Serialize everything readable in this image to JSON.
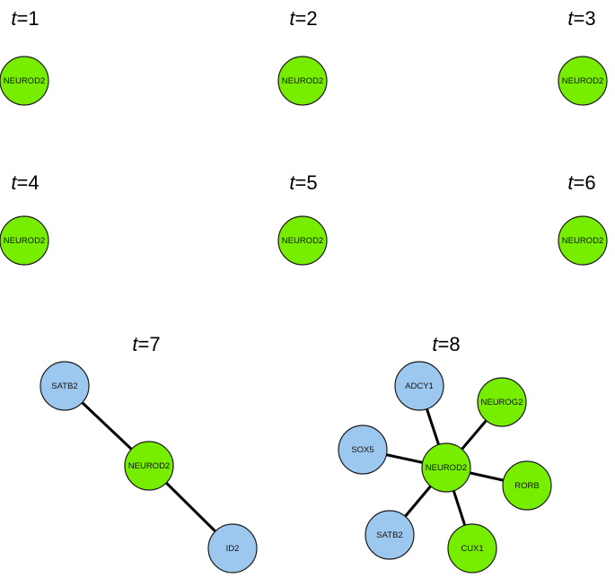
{
  "colors": {
    "green": "#77ee00",
    "blue": "#9cc8f0",
    "edge": "#000000"
  },
  "panels": [
    {
      "t": "t",
      "num": "=1",
      "nodes": [
        {
          "id": "n",
          "label": "NEUROD2",
          "color": "green"
        }
      ],
      "edges": []
    },
    {
      "t": "t",
      "num": "=2",
      "nodes": [
        {
          "id": "n",
          "label": "NEUROD2",
          "color": "green"
        }
      ],
      "edges": []
    },
    {
      "t": "t",
      "num": "=3",
      "nodes": [
        {
          "id": "n",
          "label": "NEUROD2",
          "color": "green"
        }
      ],
      "edges": []
    },
    {
      "t": "t",
      "num": "=4",
      "nodes": [
        {
          "id": "n",
          "label": "NEUROD2",
          "color": "green"
        }
      ],
      "edges": []
    },
    {
      "t": "t",
      "num": "=5",
      "nodes": [
        {
          "id": "n",
          "label": "NEUROD2",
          "color": "green"
        }
      ],
      "edges": []
    },
    {
      "t": "t",
      "num": "=6",
      "nodes": [
        {
          "id": "n",
          "label": "NEUROD2",
          "color": "green"
        }
      ],
      "edges": []
    },
    {
      "t": "t",
      "num": "=7",
      "nodes": [
        {
          "id": "satb2",
          "label": "SATB2",
          "color": "blue"
        },
        {
          "id": "neurod2",
          "label": "NEUROD2",
          "color": "green"
        },
        {
          "id": "id2",
          "label": "ID2",
          "color": "blue"
        }
      ],
      "edges": [
        [
          "satb2",
          "neurod2"
        ],
        [
          "neurod2",
          "id2"
        ]
      ]
    },
    {
      "t": "t",
      "num": "=8",
      "nodes": [
        {
          "id": "adcy1",
          "label": "ADCY1",
          "color": "blue"
        },
        {
          "id": "neurog2",
          "label": "NEUROG2",
          "color": "green"
        },
        {
          "id": "sox5",
          "label": "SOX5",
          "color": "blue"
        },
        {
          "id": "neurod2",
          "label": "NEUROD2",
          "color": "green"
        },
        {
          "id": "rorb",
          "label": "RORB",
          "color": "green"
        },
        {
          "id": "satb2",
          "label": "SATB2",
          "color": "blue"
        },
        {
          "id": "cux1",
          "label": "CUX1",
          "color": "green"
        }
      ],
      "edges": [
        [
          "neurod2",
          "adcy1"
        ],
        [
          "neurod2",
          "neurog2"
        ],
        [
          "neurod2",
          "sox5"
        ],
        [
          "neurod2",
          "rorb"
        ],
        [
          "neurod2",
          "satb2"
        ],
        [
          "neurod2",
          "cux1"
        ]
      ]
    }
  ]
}
